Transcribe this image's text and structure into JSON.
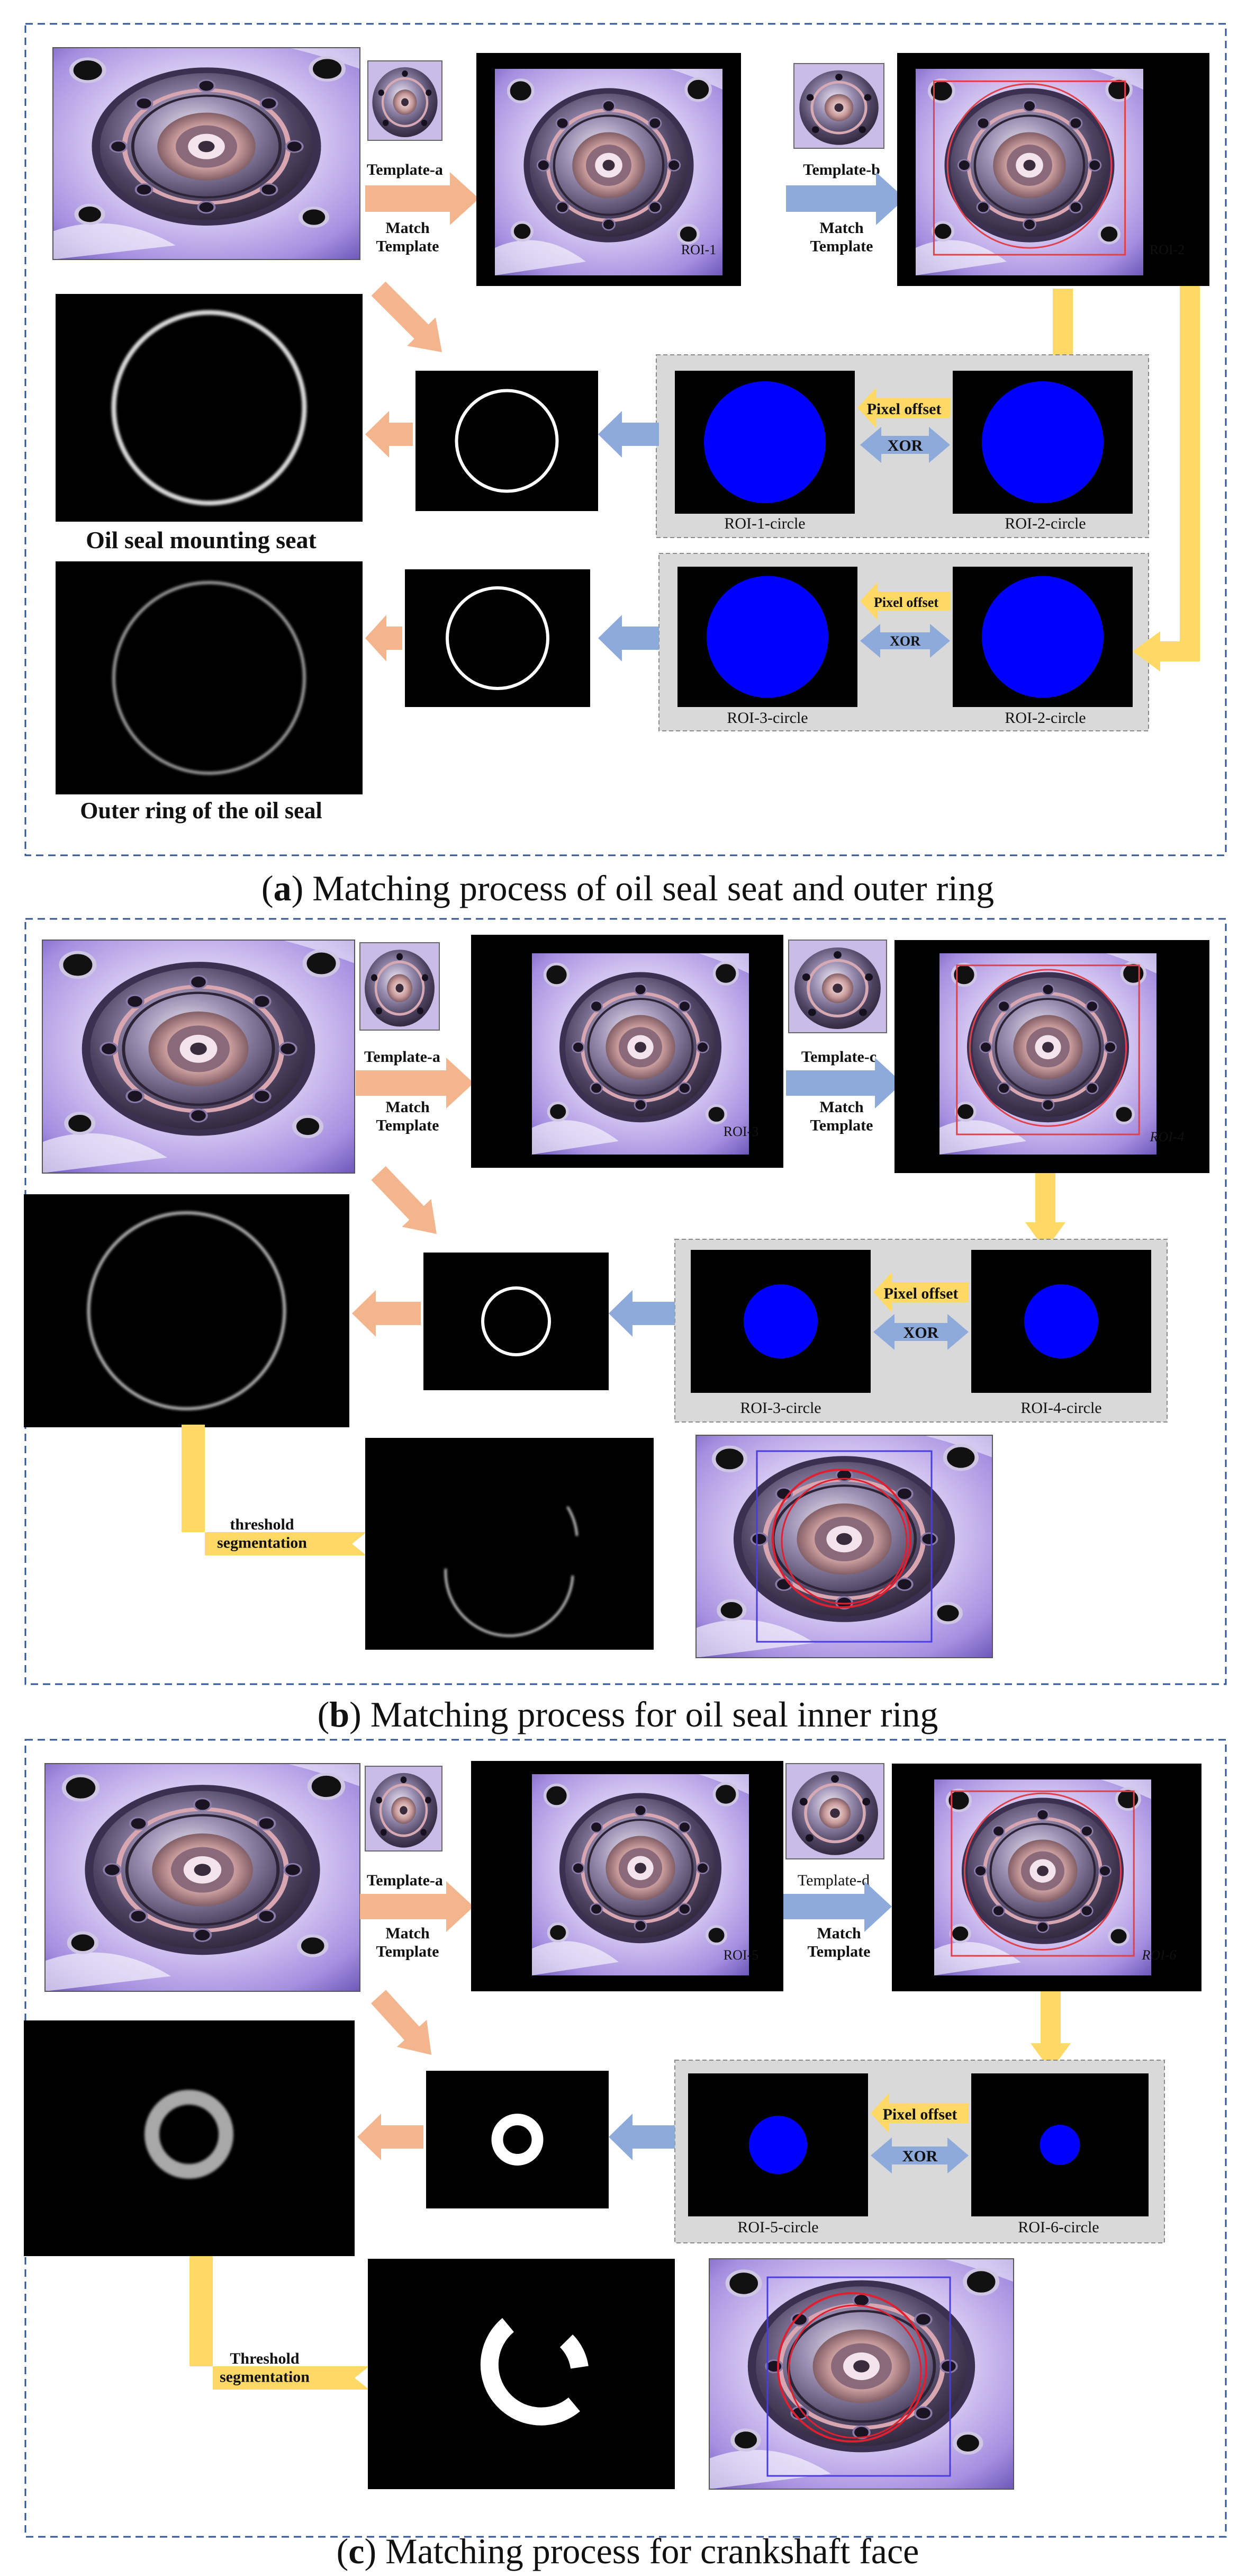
{
  "panel_a": {
    "template_a": "Template-a",
    "match_template_1": "Match\nTemplate",
    "roi_1": "ROI-1",
    "template_b": "Template-b",
    "match_template_2": "Match\nTemplate",
    "roi_2": "ROI-2",
    "pixel_offset_1": "Pixel offset",
    "xor_1": "XOR",
    "roi_1_circle": "ROI-1-circle",
    "roi_2_circle_1": "ROI-2-circle",
    "oil_seal_mounting_seat": "Oil seal mounting seat",
    "pixel_offset_2": "Pixel offset",
    "xor_2": "XOR",
    "roi_3_circle": "ROI-3-circle",
    "roi_2_circle_2": "ROI-2-circle",
    "outer_ring": "Outer ring of the oil seal",
    "caption_letter": "a",
    "caption_text": "Matching process of oil seal seat and outer ring"
  },
  "panel_b": {
    "template_a": "Template-a",
    "match_template_1": "Match\nTemplate",
    "roi_3": "ROI-3",
    "template_c": "Template-c",
    "match_template_2": "Match\nTemplate",
    "roi_4": "ROI-4",
    "pixel_offset": "Pixel offset",
    "xor": "XOR",
    "roi_3_circle": "ROI-3-circle",
    "roi_4_circle": "ROI-4-circle",
    "threshold": "threshold\nsegmentation",
    "caption_letter": "b",
    "caption_text": "Matching process for oil seal inner ring"
  },
  "panel_c": {
    "template_a": "Template-a",
    "match_template_1": "Match\nTemplate",
    "roi_5": "ROI-5",
    "template_d": "Template-d",
    "match_template_2": "Match\nTemplate",
    "roi_6": "ROI-6",
    "pixel_offset": "Pixel offset",
    "xor": "XOR",
    "roi_5_circle": "ROI-5-circle",
    "roi_6_circle": "ROI-6-circle",
    "threshold": "Threshold\nsegmentation",
    "caption_letter": "c",
    "caption_text": "Matching process for crankshaft face"
  },
  "colors": {
    "orange_arrow": "#f3b58e",
    "blue_arrow": "#8eaadb",
    "yellow_arrow": "#ffd966",
    "blob_blue": "#0000ff",
    "dash_border": "#2f5597",
    "gray_box": "#d9d9d9",
    "photo_purple": "#c6b2ea",
    "roi_box_red": "#e0404a"
  }
}
